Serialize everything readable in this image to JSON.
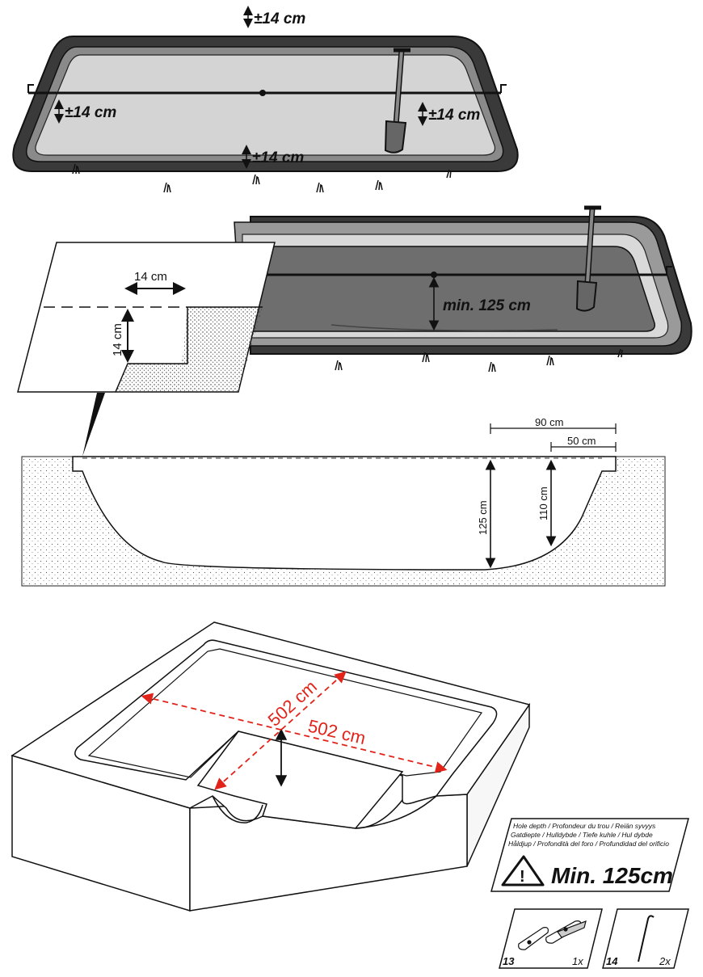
{
  "step1": {
    "top_label": "±14 cm",
    "left_label": "±14 cm",
    "right_label": "±14 cm",
    "bottom_label": "±14 cm"
  },
  "step2": {
    "depth_label": "min. 125 cm"
  },
  "detail": {
    "width_label": "14 cm",
    "depth_label": "14 cm"
  },
  "section": {
    "span_label": "90 cm",
    "inner_span_label": "50 cm",
    "depth_label": "125 cm",
    "inner_depth_label": "110 cm"
  },
  "hole3d": {
    "dim_a": "502 cm",
    "dim_b": "502 cm"
  },
  "warning": {
    "lines": [
      "Hole depth / Profondeur du trou / Reiän syvyys",
      "Gatdiepte / Hulldybde / Tiefe kuhle / Hul dybde",
      "Håldjup / Profondità del foro / Profundidad del orificio"
    ],
    "value": "Min. 125cm"
  },
  "parts": [
    {
      "number": "13",
      "qty": "1x",
      "icon": "connector-strap-icon"
    },
    {
      "number": "14",
      "qty": "2x",
      "icon": "ground-stake-icon"
    }
  ],
  "colors": {
    "accent_red": "#e2231a",
    "liner_grey": "#cfcfcf",
    "dark_grey": "#666666"
  }
}
